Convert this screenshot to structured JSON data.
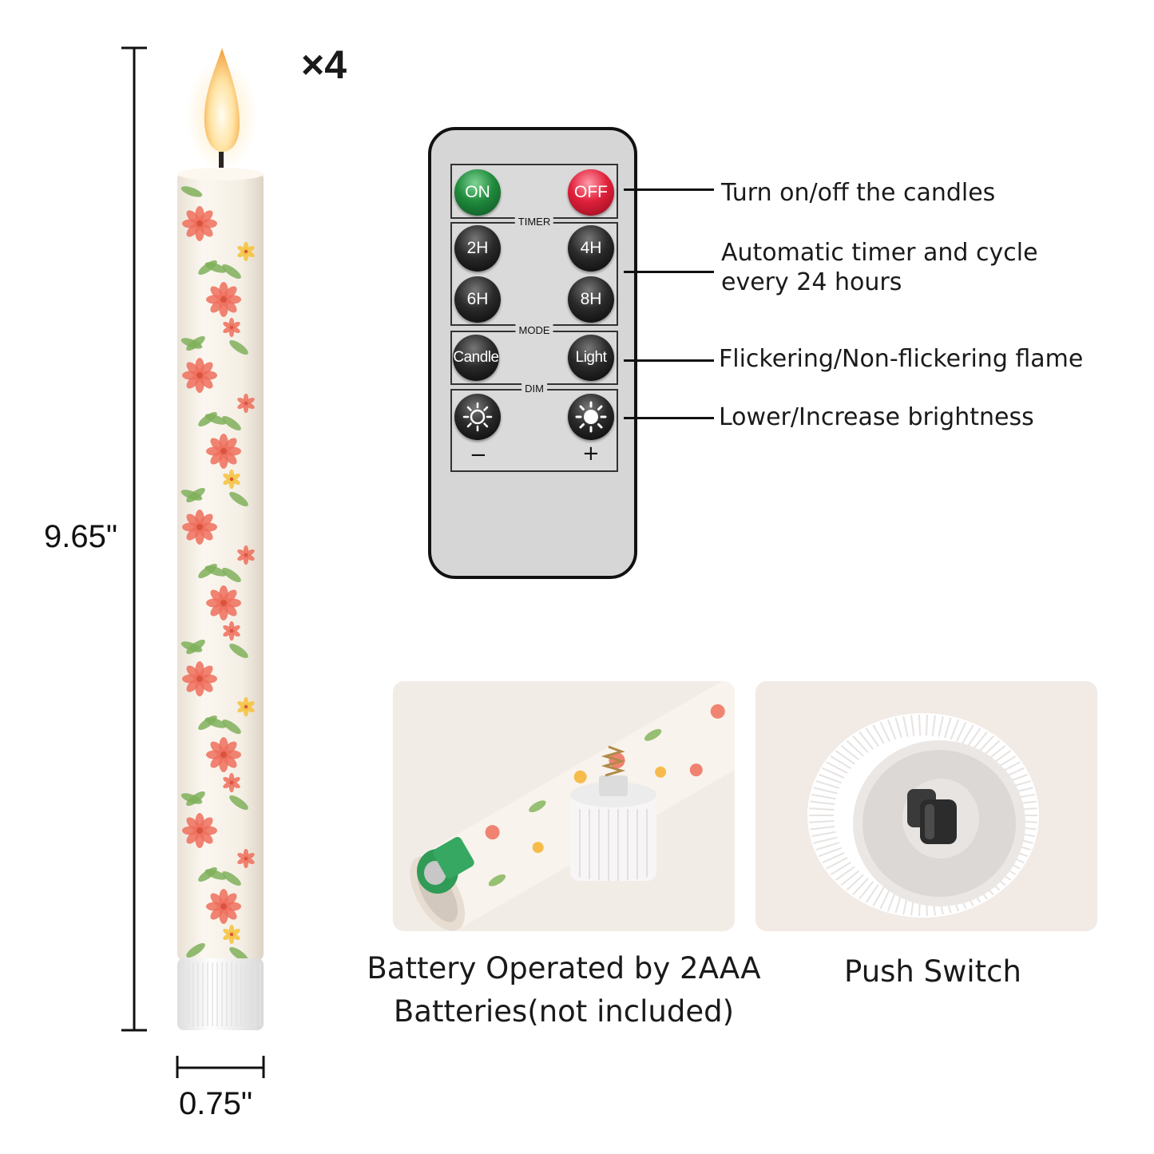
{
  "quantity": "×4",
  "dimensions": {
    "height": "9.65\"",
    "width": "0.75\""
  },
  "remote": {
    "power": {
      "on_label": "ON",
      "off_label": "OFF"
    },
    "timer": {
      "title": "TIMER",
      "buttons": [
        "2H",
        "4H",
        "6H",
        "8H"
      ]
    },
    "mode": {
      "title": "MODE",
      "buttons": [
        "Candle",
        "Light"
      ]
    },
    "dim": {
      "title": "DIM",
      "minus": "−",
      "plus": "+"
    }
  },
  "callouts": [
    "Turn on/off the candles",
    "Automatic timer and cycle every 24 hours",
    "Flickering/Non-flickering flame",
    "Lower/Increase brightness"
  ],
  "photos": {
    "battery_caption": "Battery Operated by 2AAA Batteries(not included)",
    "switch_caption": "Push Switch"
  },
  "colors": {
    "candle_body": "#f7f1e8",
    "flame": "#ffd98c",
    "petal_red": "#ef6f5c",
    "petal_yellow": "#f5c23a",
    "leaf_green": "#7fb05a",
    "remote_body": "#d6d6d6",
    "on_button": "#1f8a3c",
    "off_button": "#e0203a"
  }
}
